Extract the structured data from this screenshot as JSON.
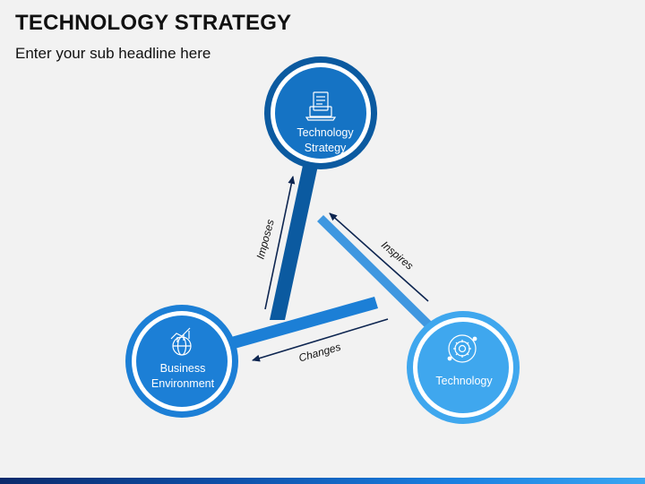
{
  "slide": {
    "title": "TECHNOLOGY STRATEGY",
    "subtitle": "Enter your sub headline here"
  },
  "colors": {
    "strategy_dark": "#0b5aa0",
    "strategy_inner": "#1573c4",
    "business": "#1c7fd6",
    "technology": "#3fa7ee",
    "arrow": "#0d2550"
  },
  "nodes": [
    {
      "id": "strategy",
      "label_lines": [
        "Technology",
        "Strategy"
      ],
      "icon": "laptop-document-icon"
    },
    {
      "id": "business",
      "label_lines": [
        "Business",
        "Environment"
      ],
      "icon": "globe-chart-icon"
    },
    {
      "id": "technology",
      "label_lines": [
        "Technology"
      ],
      "icon": "gear-circle-icon"
    }
  ],
  "edges": [
    {
      "from": "business",
      "to": "strategy",
      "label": "Imposes"
    },
    {
      "from": "technology",
      "to": "strategy",
      "label": "Inspires"
    },
    {
      "from": "technology",
      "to": "business",
      "label": "Changes"
    }
  ]
}
